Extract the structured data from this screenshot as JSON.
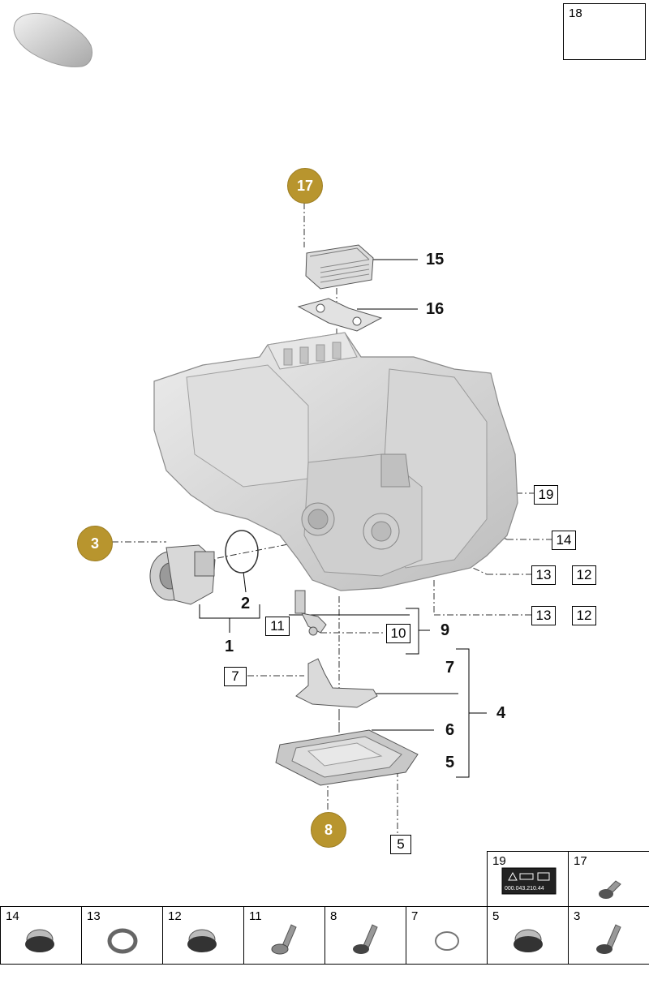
{
  "parts": {
    "p1": "1",
    "p2": "2",
    "p3": "3",
    "p4": "4",
    "p5": "5",
    "p6": "6",
    "p7": "7",
    "p8": "8",
    "p9": "9",
    "p10": "10",
    "p11": "11",
    "p12": "12",
    "p13": "13",
    "p14": "14",
    "p15": "15",
    "p16": "16",
    "p17": "17",
    "p18": "18",
    "p19": "19"
  },
  "label_sticker": {
    "code": "000.043.210.44"
  },
  "colors": {
    "gold_marker": "#b8952e",
    "part_gray": "#d4d4d4"
  }
}
